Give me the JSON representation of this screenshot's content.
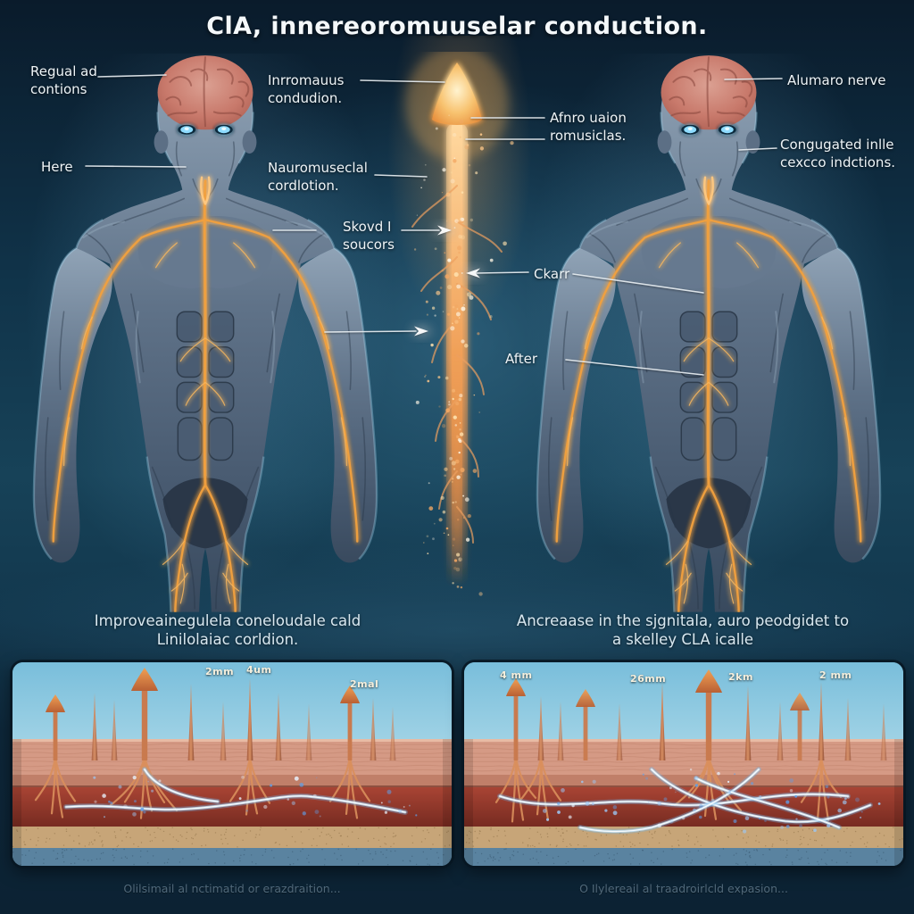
{
  "title": "ClA, innereoromuuselar conduction.",
  "annotation_labels": {
    "regual": "Regual ad\ncontions",
    "here": "Here",
    "inrro": "Inrromauus\ncondudion.",
    "neuro": "Nauromuseclal\ncordlotion.",
    "skovd": "Skovd I\nsoucors",
    "afnro": "Afnro uaion\nromusiclas.",
    "ckarr": "Ckarr",
    "after": "After",
    "alumaro": "Alumaro nerve",
    "congugated": "Congugated inlle\ncexcco indctions."
  },
  "section_captions": {
    "left": "Improveainegulela coneloudale cald\nLinilolaiac corldion.",
    "right": "Ancreaase in the sjgnitala, auro peodgidet to\na skelley CLA icalle"
  },
  "panels": {
    "left": {
      "ticks": [
        "2mm",
        "4um",
        "2mal"
      ],
      "footer": "Olilsimail al nctimatid or erazdraition..."
    },
    "right": {
      "ticks": [
        "4 mm",
        "26mm",
        "2km",
        "2 mm"
      ],
      "footer": "O Ilylereail al traadroirlcld expasion..."
    }
  },
  "palette": {
    "background_navy": "#0d2438",
    "glow_teal": "#2e6580",
    "nerve_orange": "#f2a13f",
    "bolt_gold": "#ffd489",
    "eye_cyan": "#8fdcff",
    "brain_pink": "#c8796b",
    "muscle_blue_gray": "#5a6c82",
    "panel_sky": "#8ccadf",
    "panel_skin": "#d59a85",
    "panel_muscle_red": "#9c382c",
    "panel_tan": "#c7a578",
    "panel_blue": "#5a83a0",
    "label_white": "#eef4f7"
  }
}
